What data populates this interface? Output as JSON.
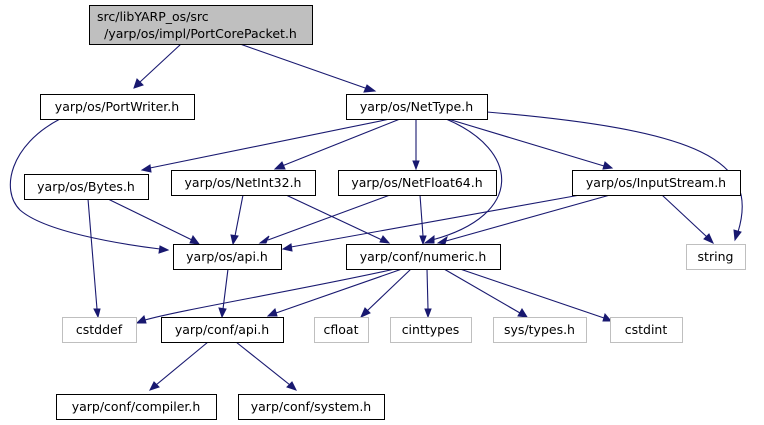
{
  "diagram": {
    "nodes": [
      {
        "id": "root",
        "kind": "root",
        "label": "src/libYARP_os/src",
        "label2": "/yarp/os/impl/PortCorePacket.h"
      },
      {
        "id": "portwriter",
        "kind": "local",
        "label": "yarp/os/PortWriter.h"
      },
      {
        "id": "nettype",
        "kind": "local",
        "label": "yarp/os/NetType.h"
      },
      {
        "id": "bytes",
        "kind": "local",
        "label": "yarp/os/Bytes.h"
      },
      {
        "id": "netint32",
        "kind": "local",
        "label": "yarp/os/NetInt32.h"
      },
      {
        "id": "netfloat64",
        "kind": "local",
        "label": "yarp/os/NetFloat64.h"
      },
      {
        "id": "inputstream",
        "kind": "local",
        "label": "yarp/os/InputStream.h"
      },
      {
        "id": "osapi",
        "kind": "local",
        "label": "yarp/os/api.h"
      },
      {
        "id": "numeric",
        "kind": "local",
        "label": "yarp/conf/numeric.h"
      },
      {
        "id": "string",
        "kind": "external",
        "label": "string"
      },
      {
        "id": "cstddef",
        "kind": "external",
        "label": "cstddef"
      },
      {
        "id": "confapi",
        "kind": "local",
        "label": "yarp/conf/api.h"
      },
      {
        "id": "cfloat",
        "kind": "external",
        "label": "cfloat"
      },
      {
        "id": "cinttypes",
        "kind": "external",
        "label": "cinttypes"
      },
      {
        "id": "systypes",
        "kind": "external",
        "label": "sys/types.h"
      },
      {
        "id": "cstdint",
        "kind": "external",
        "label": "cstdint"
      },
      {
        "id": "compiler",
        "kind": "local",
        "label": "yarp/conf/compiler.h"
      },
      {
        "id": "system",
        "kind": "local",
        "label": "yarp/conf/system.h"
      }
    ],
    "edges": [
      {
        "from": "root",
        "to": "portwriter"
      },
      {
        "from": "root",
        "to": "nettype"
      },
      {
        "from": "portwriter",
        "to": "osapi"
      },
      {
        "from": "nettype",
        "to": "bytes"
      },
      {
        "from": "nettype",
        "to": "netint32"
      },
      {
        "from": "nettype",
        "to": "netfloat64"
      },
      {
        "from": "nettype",
        "to": "inputstream"
      },
      {
        "from": "nettype",
        "to": "numeric"
      },
      {
        "from": "nettype",
        "to": "string"
      },
      {
        "from": "bytes",
        "to": "osapi"
      },
      {
        "from": "bytes",
        "to": "cstddef"
      },
      {
        "from": "netint32",
        "to": "osapi"
      },
      {
        "from": "netint32",
        "to": "numeric"
      },
      {
        "from": "netfloat64",
        "to": "osapi"
      },
      {
        "from": "netfloat64",
        "to": "numeric"
      },
      {
        "from": "inputstream",
        "to": "osapi"
      },
      {
        "from": "inputstream",
        "to": "numeric"
      },
      {
        "from": "inputstream",
        "to": "string"
      },
      {
        "from": "osapi",
        "to": "confapi"
      },
      {
        "from": "numeric",
        "to": "cstddef"
      },
      {
        "from": "numeric",
        "to": "confapi"
      },
      {
        "from": "numeric",
        "to": "cfloat"
      },
      {
        "from": "numeric",
        "to": "cinttypes"
      },
      {
        "from": "numeric",
        "to": "systypes"
      },
      {
        "from": "numeric",
        "to": "cstdint"
      },
      {
        "from": "confapi",
        "to": "compiler"
      },
      {
        "from": "confapi",
        "to": "system"
      }
    ]
  }
}
